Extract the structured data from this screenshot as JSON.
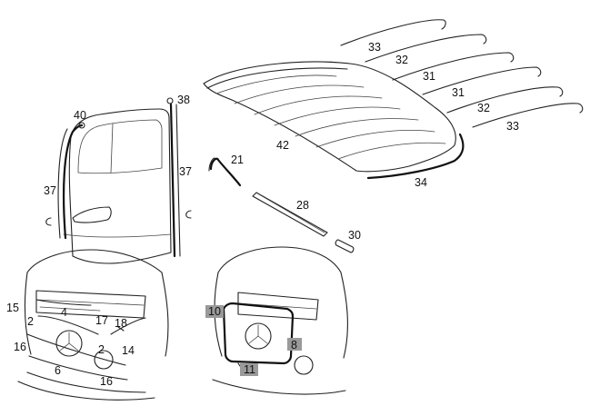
{
  "callouts": {
    "n33a": "33",
    "n32a": "32",
    "n31a": "31",
    "n31b": "31",
    "n32b": "32",
    "n33b": "33",
    "n42": "42",
    "n34": "34",
    "n40": "40",
    "n38": "38",
    "n37a": "37",
    "n37b": "37",
    "n21": "21",
    "n28": "28",
    "n30": "30",
    "n15": "15",
    "n4": "4",
    "n17": "17",
    "n18": "18",
    "n2a": "2",
    "n2b": "2",
    "n14": "14",
    "n16a": "16",
    "n16b": "16",
    "n6": "6",
    "n10": "10",
    "n8": "8",
    "n11": "11"
  },
  "colors": {
    "line": "#222222",
    "highlight_box": "#9a9a9a",
    "background": "#ffffff"
  }
}
